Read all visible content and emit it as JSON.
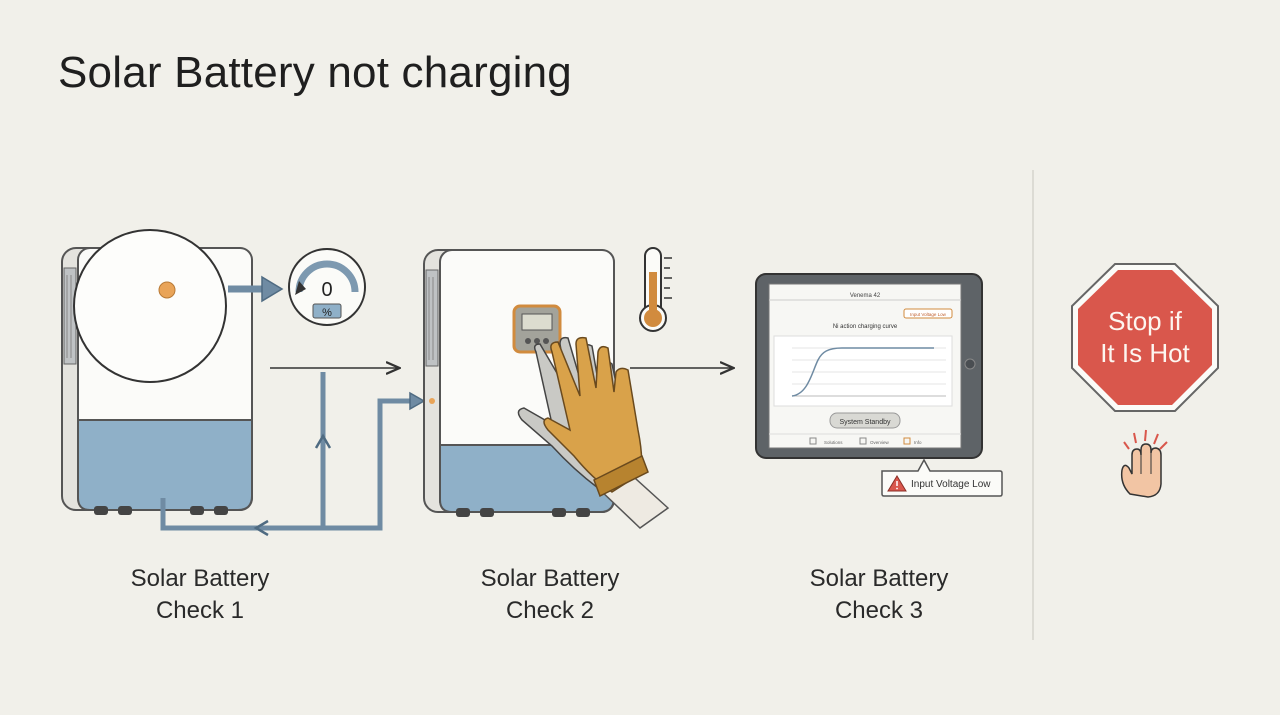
{
  "title": "Solar Battery not charging",
  "colors": {
    "background": "#f1f0ea",
    "battery_fill": "#8fb0c8",
    "arrow": "#6f8ba3",
    "stop_sign": "#d9574c",
    "glove": "#d9a24a",
    "indicator": "#e9a458"
  },
  "steps": [
    {
      "line1": "Solar Battery",
      "line2": "Check 1"
    },
    {
      "line1": "Solar Battery",
      "line2": "Check 2"
    },
    {
      "line1": "Solar Battery",
      "line2": "Check 3"
    }
  ],
  "gauge": {
    "value": "0",
    "unit": "%"
  },
  "tablet": {
    "screen_title": "Venema 42",
    "chart_heading": "Ni action charging curve",
    "badge": "Input Voltage Low",
    "button": "System Standby",
    "tabs": [
      "Solutions",
      "Overview",
      "Info"
    ]
  },
  "warning_callout": "Input Voltage Low",
  "stop_sign": {
    "line1": "Stop if",
    "line2": "It Is Hot"
  },
  "icons": [
    "gauge-icon",
    "thermometer-icon",
    "warning-icon",
    "raised-hand-icon"
  ]
}
